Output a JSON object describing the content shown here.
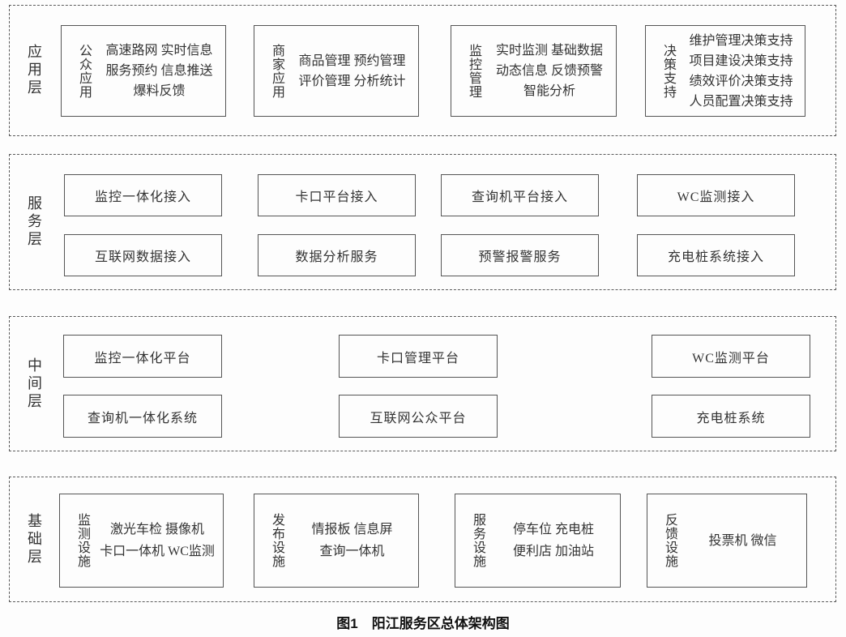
{
  "caption": "图1　阳江服务区总体架构图",
  "layers": {
    "application": {
      "label": "应用层",
      "boxes": [
        {
          "tag": "公众应用",
          "lines": [
            "高速路网 实时信息",
            "服务预约 信息推送",
            "爆料反馈"
          ]
        },
        {
          "tag": "商家应用",
          "lines": [
            "商品管理 预约管理",
            "评价管理 分析统计"
          ]
        },
        {
          "tag": "监控管理",
          "lines": [
            "实时监测 基础数据",
            "动态信息 反馈预警",
            "智能分析"
          ]
        },
        {
          "tag": "决策支持",
          "lines": [
            "维护管理决策支持",
            "项目建设决策支持",
            "绩效评价决策支持",
            "人员配置决策支持"
          ]
        }
      ]
    },
    "service": {
      "label": "服务层",
      "row1": [
        "监控一体化接入",
        "卡口平台接入",
        "查询机平台接入",
        "WC监测接入"
      ],
      "row2": [
        "互联网数据接入",
        "数据分析服务",
        "预警报警服务",
        "充电桩系统接入"
      ]
    },
    "middle": {
      "label": "中间层",
      "row1": [
        "监控一体化平台",
        "卡口管理平台",
        "WC监测平台"
      ],
      "row2": [
        "查询机一体化系统",
        "互联网公众平台",
        "充电桩系统"
      ]
    },
    "base": {
      "label": "基础层",
      "boxes": [
        {
          "tag": "监测设施",
          "lines": [
            "激光车检 摄像机",
            "卡口一体机 WC监测"
          ]
        },
        {
          "tag": "发布设施",
          "lines": [
            "情报板 信息屏",
            "查询一体机"
          ]
        },
        {
          "tag": "服务设施",
          "lines": [
            "停车位 充电桩",
            "便利店 加油站"
          ]
        },
        {
          "tag": "反馈设施",
          "lines": [
            "投票机 微信"
          ]
        }
      ]
    }
  }
}
